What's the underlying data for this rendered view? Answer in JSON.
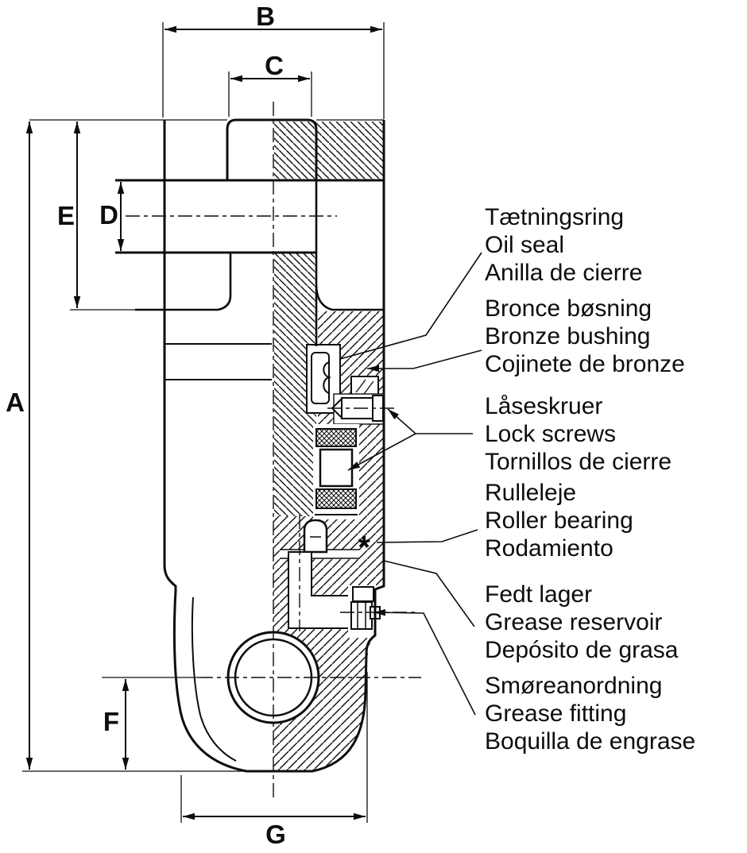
{
  "figure": {
    "title": "swivel-cross-section-diagram",
    "dimension_letters": {
      "A": "A",
      "B": "B",
      "C": "C",
      "D": "D",
      "E": "E",
      "F": "F",
      "G": "G"
    },
    "footnote_marker": "*",
    "callouts": [
      {
        "id": "oil-seal",
        "lines": [
          "Tætningsring",
          "Oil seal",
          "Anilla de cierre"
        ]
      },
      {
        "id": "bronze-bushing",
        "lines": [
          "Bronce bøsning",
          "Bronze bushing",
          "Cojinete de bronze"
        ]
      },
      {
        "id": "lock-screws",
        "lines": [
          "Låseskruer",
          "Lock screws",
          "Tornillos de cierre"
        ]
      },
      {
        "id": "roller-bearing",
        "lines": [
          "Rulleleje",
          "Roller bearing",
          "Rodamiento"
        ]
      },
      {
        "id": "grease-reservoir",
        "lines": [
          "Fedt lager",
          "Grease reservoir",
          "Depósito de grasa"
        ]
      },
      {
        "id": "grease-fitting",
        "lines": [
          "Smøreanordning",
          "Grease fitting",
          "Boquilla de engrase"
        ]
      }
    ],
    "colors": {
      "ink": "#0d0d0d",
      "paper": "#ffffff"
    }
  }
}
